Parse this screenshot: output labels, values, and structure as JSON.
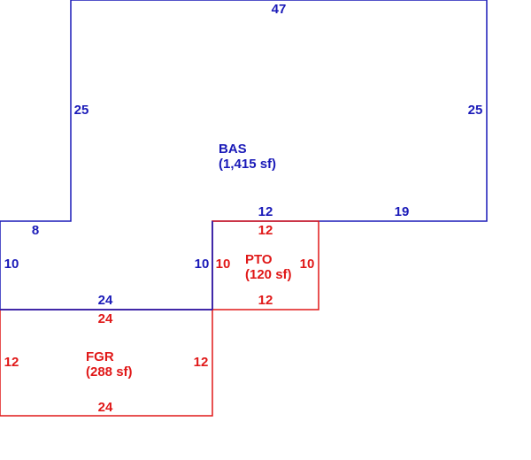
{
  "colors": {
    "main": "#1a1ab8",
    "addition": "#e01818"
  },
  "areas": {
    "bas": {
      "code": "BAS",
      "area": "(1,415 sf)"
    },
    "pto": {
      "code": "PTO",
      "area": "(120 sf)"
    },
    "fgr": {
      "code": "FGR",
      "area": "(288 sf)"
    }
  },
  "dimensions": {
    "bas": {
      "top": "47",
      "left_upper": "25",
      "right": "25",
      "bottom_right": "19",
      "bottom_mid": "12",
      "left_step": "8",
      "left_lower": "10",
      "inner_right": "10",
      "bottom_left": "24"
    },
    "pto": {
      "top": "12",
      "left": "10",
      "right": "10",
      "bottom": "12"
    },
    "fgr": {
      "top": "24",
      "left": "12",
      "right": "12",
      "bottom": "24"
    }
  }
}
